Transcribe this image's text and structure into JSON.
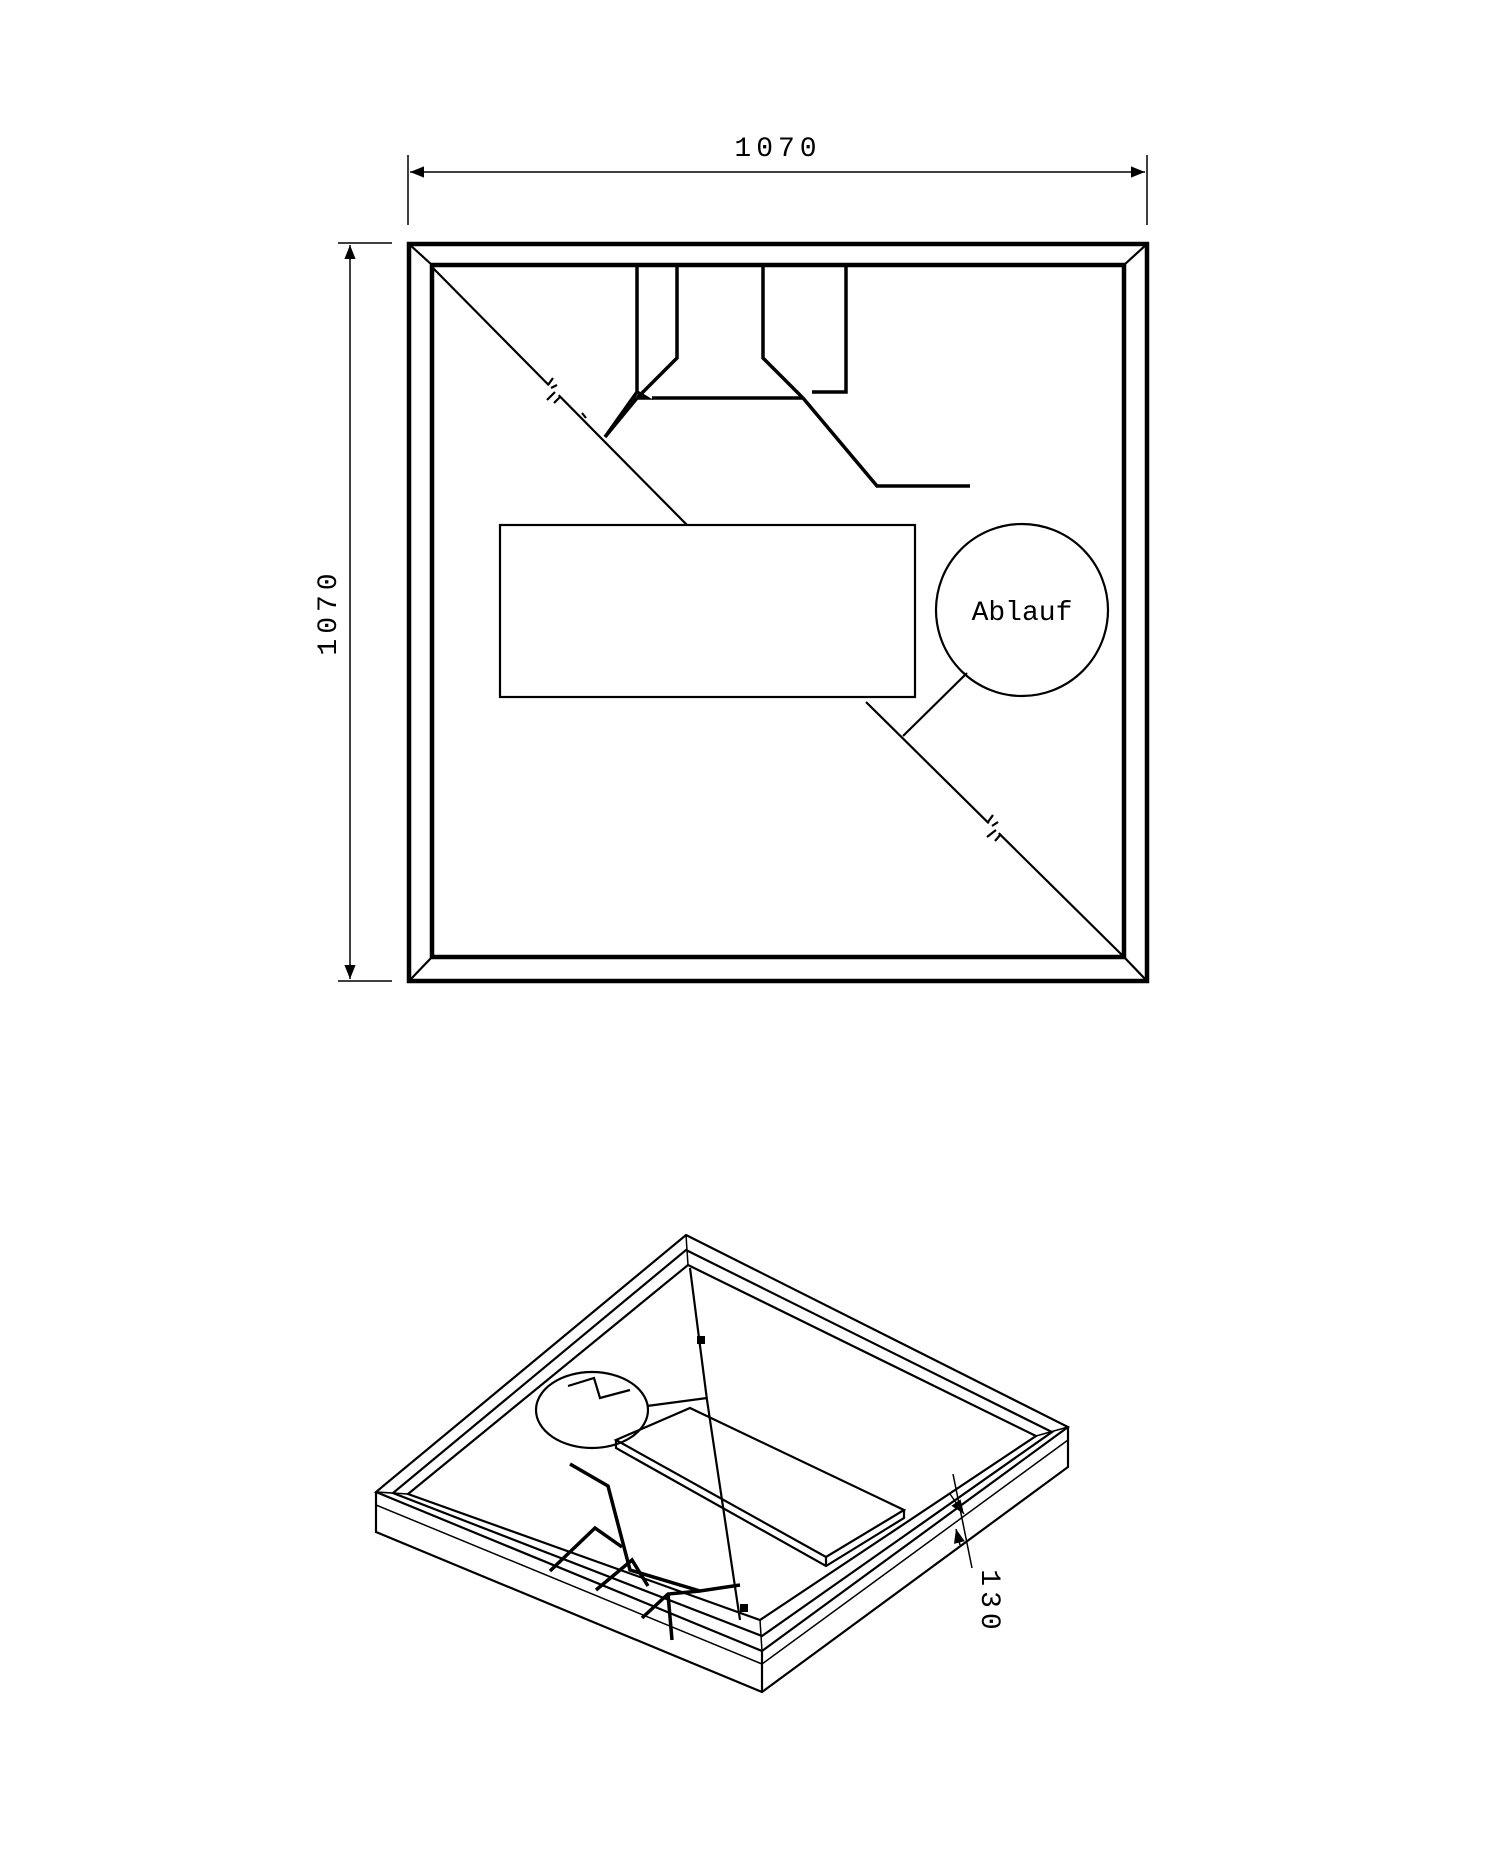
{
  "top_view": {
    "width_label": "1070",
    "height_label": "1070",
    "drain_label": "Ablauf"
  },
  "iso_view": {
    "height_label": "130"
  }
}
